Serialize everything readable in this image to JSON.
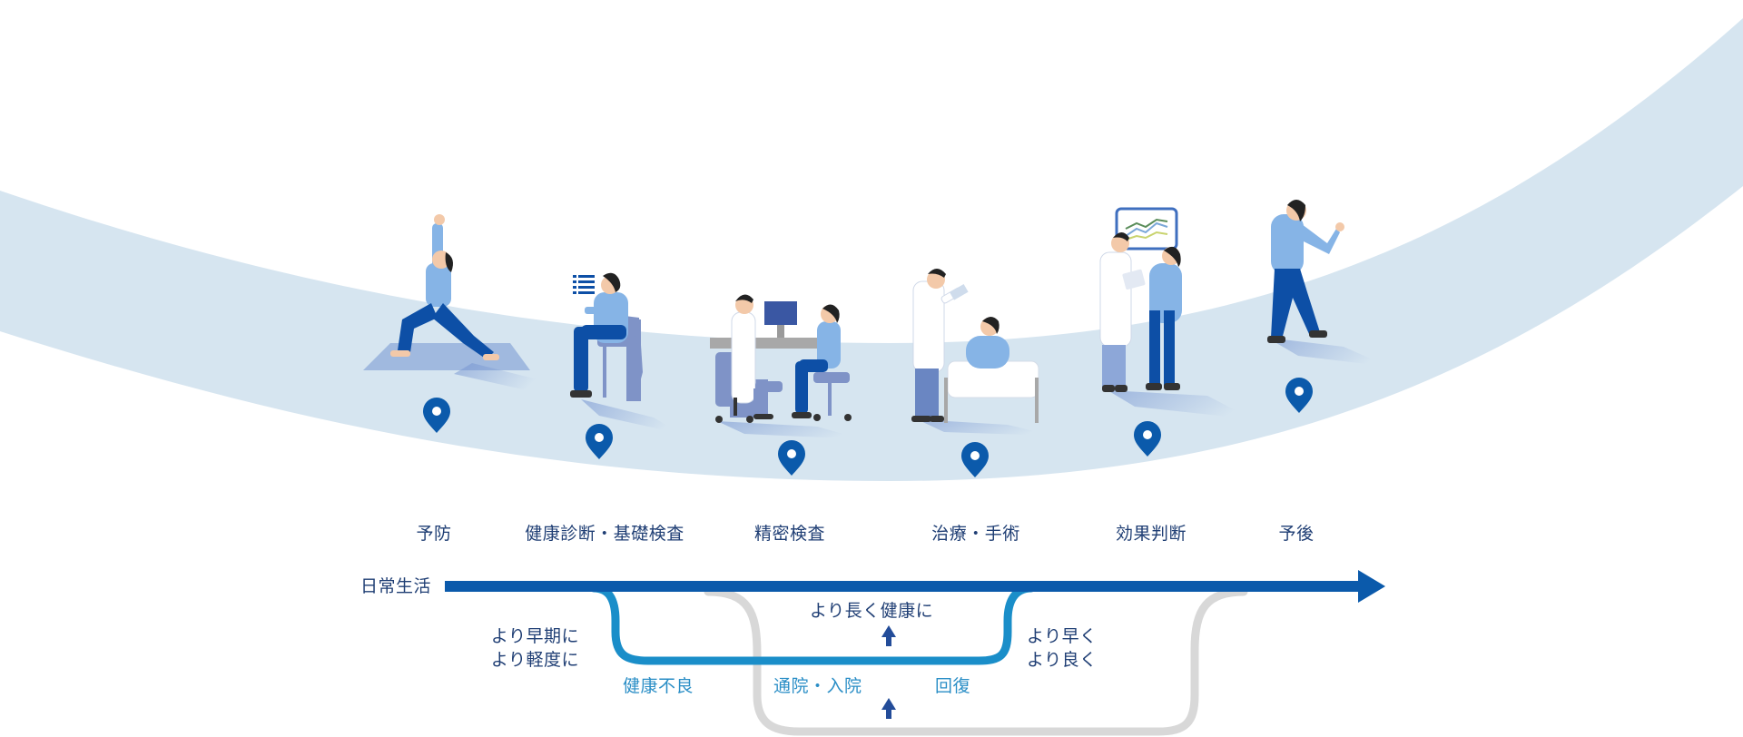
{
  "stages": [
    {
      "label": "予防"
    },
    {
      "label": "健康診断・基礎検査"
    },
    {
      "label": "精密検査"
    },
    {
      "label": "治療・手術"
    },
    {
      "label": "効果判断"
    },
    {
      "label": "予後"
    }
  ],
  "flow": {
    "start_label": "日常生活",
    "earlier_label": "より早期に\nより軽度に",
    "longer_label": "より長く健康に",
    "faster_label": "より早く\nより良く",
    "ill_label": "健康不良",
    "hospital_label": "通院・入院",
    "recovery_label": "回復"
  },
  "colors": {
    "band": "#d6e5f0",
    "main_arrow": "#0b5aab",
    "improved_path": "#1a8ec9",
    "baseline_path": "#d8d8d8",
    "label_dark": "#1f3e74",
    "label_mid": "#2a8ec6",
    "pin": "#0b5aab",
    "person_light": "#86b4e6",
    "person_dark": "#0d4fa6",
    "furniture": "#7f93c7"
  }
}
